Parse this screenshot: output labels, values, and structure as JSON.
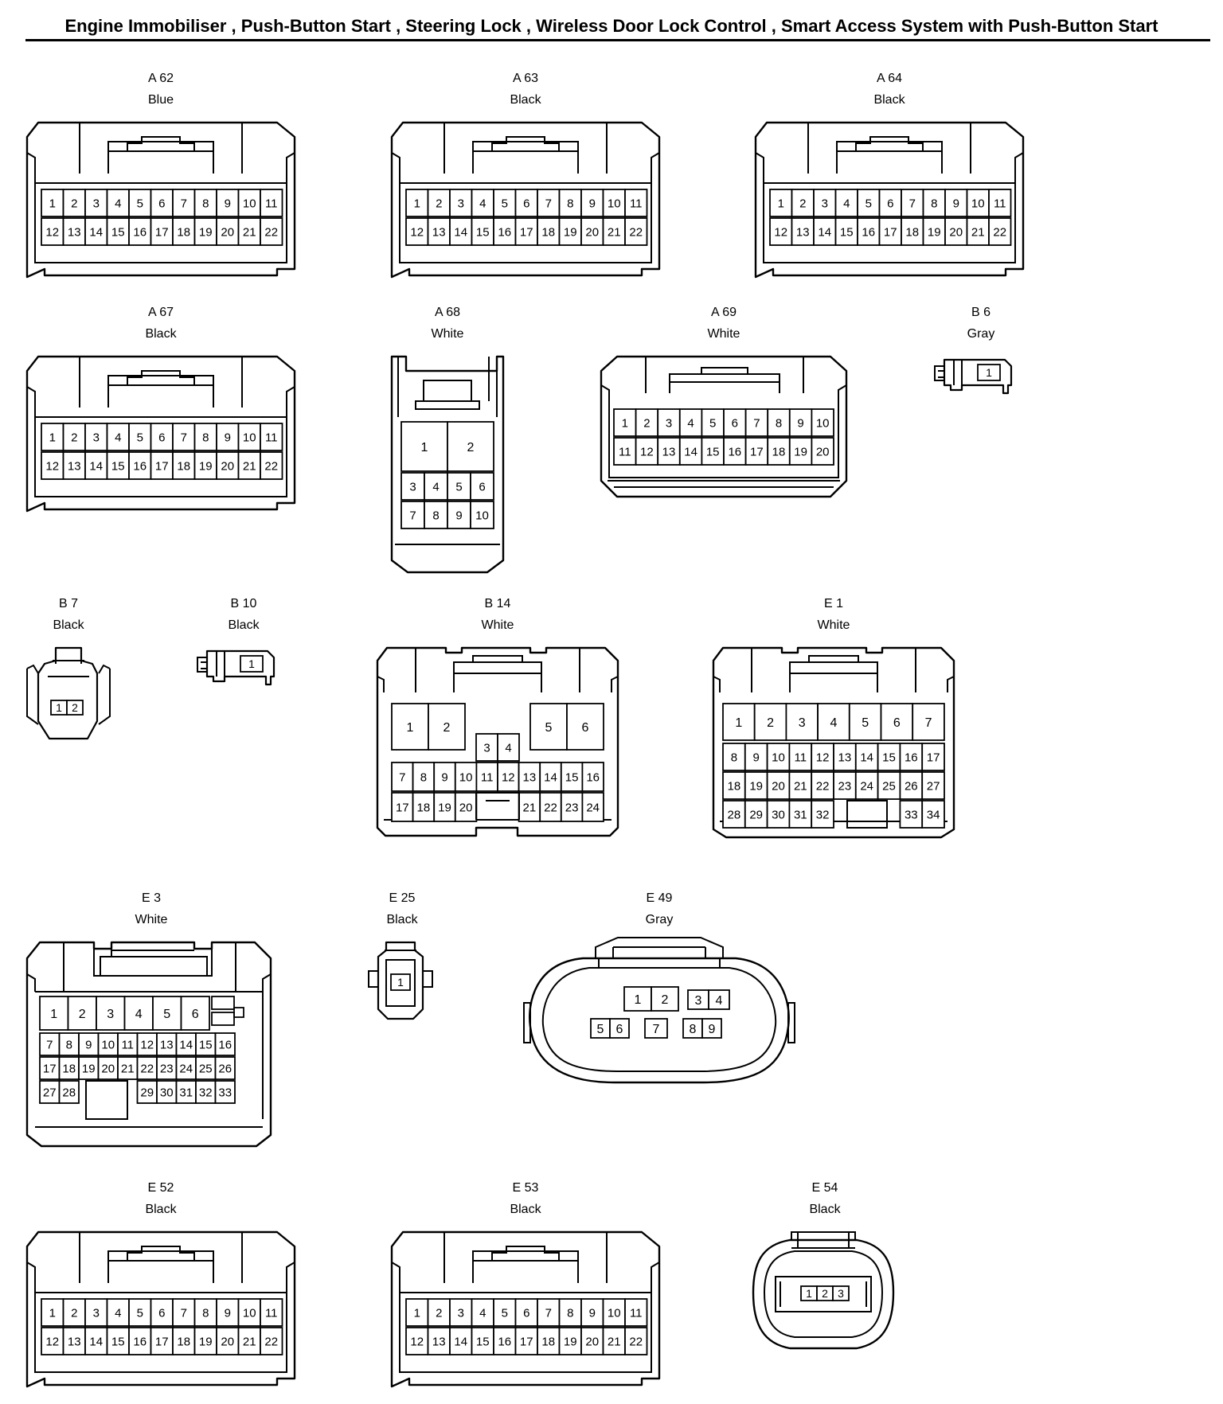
{
  "title": "Engine Immobiliser , Push-Button Start , Steering Lock , Wireless Door Lock Control , Smart Access System with Push-Button Start",
  "connectors": [
    {
      "id": "A 62",
      "color": "Blue",
      "type": "std22",
      "pins": 22
    },
    {
      "id": "A 63",
      "color": "Black",
      "type": "std22",
      "pins": 22
    },
    {
      "id": "A 64",
      "color": "Black",
      "type": "std22",
      "pins": 22
    },
    {
      "id": "A 67",
      "color": "Black",
      "type": "std22",
      "pins": 22
    },
    {
      "id": "A 68",
      "color": "White",
      "type": "tall10",
      "pins": 10
    },
    {
      "id": "A 69",
      "color": "White",
      "type": "std20",
      "pins": 20
    },
    {
      "id": "B 6",
      "color": "Gray",
      "type": "small1",
      "pins": 1
    },
    {
      "id": "B 7",
      "color": "Black",
      "type": "small2",
      "pins": 2
    },
    {
      "id": "B 10",
      "color": "Black",
      "type": "small1",
      "pins": 1
    },
    {
      "id": "B 14",
      "color": "White",
      "type": "b14",
      "pins": 24
    },
    {
      "id": "E 1",
      "color": "White",
      "type": "e1",
      "pins": 34
    },
    {
      "id": "E 3",
      "color": "White",
      "type": "e3",
      "pins": 33
    },
    {
      "id": "E 25",
      "color": "Black",
      "type": "round1",
      "pins": 1
    },
    {
      "id": "E 49",
      "color": "Gray",
      "type": "oval9",
      "pins": 9
    },
    {
      "id": "E 52",
      "color": "Black",
      "type": "std22",
      "pins": 22
    },
    {
      "id": "E 53",
      "color": "Black",
      "type": "std22",
      "pins": 22
    },
    {
      "id": "E 54",
      "color": "Black",
      "type": "round3",
      "pins": 3
    }
  ]
}
